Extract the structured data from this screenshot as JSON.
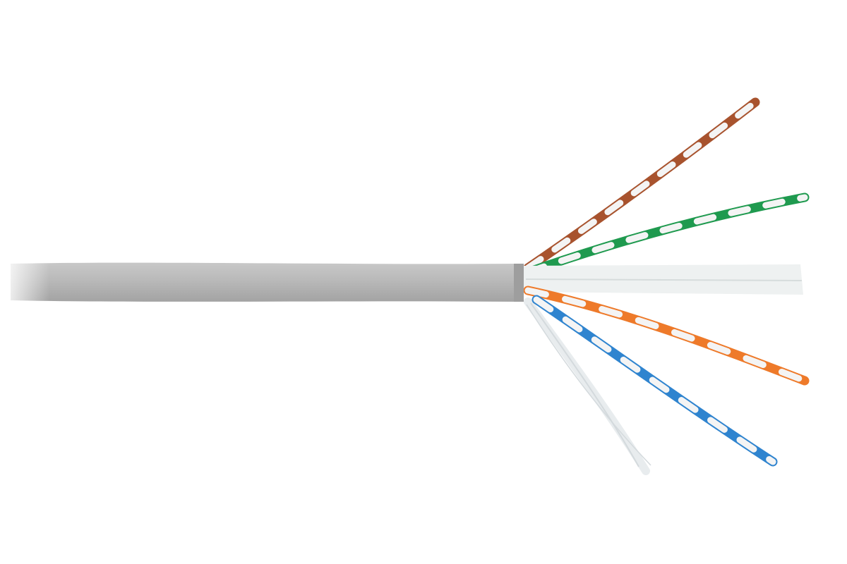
{
  "subject": "twisted-pair-cable",
  "colors": {
    "background": "#ffffff",
    "jacket": "#b9b9b9",
    "jacket_highlight": "#c8c8c8",
    "jacket_shadow": "#a3a3a3",
    "jacket_end": "#9e9e9e",
    "separator": "#eef1f1",
    "separator_shadow": "#d6dcdc",
    "stripe": "#f4f4f4",
    "brown": "#a8532e",
    "green": "#1f9a4f",
    "orange": "#ee7a2a",
    "blue": "#2f84cf",
    "ripcord": "#e8ecee"
  },
  "pairs": [
    {
      "name": "brown",
      "color_key": "brown"
    },
    {
      "name": "green",
      "color_key": "green"
    },
    {
      "name": "orange",
      "color_key": "orange"
    },
    {
      "name": "blue",
      "color_key": "blue"
    }
  ]
}
